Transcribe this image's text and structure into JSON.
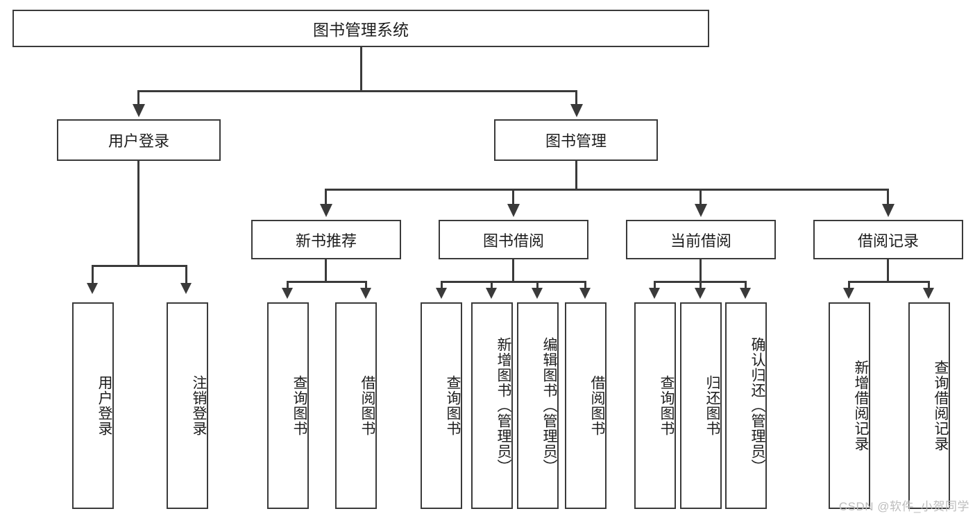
{
  "diagram": {
    "type": "tree",
    "title": "图书管理系统",
    "root": {
      "label": "图书管理系统"
    },
    "level2": [
      {
        "label": "用户登录"
      },
      {
        "label": "图书管理"
      }
    ],
    "level3": [
      {
        "label": "新书推荐"
      },
      {
        "label": "图书借阅"
      },
      {
        "label": "当前借阅"
      },
      {
        "label": "借阅记录"
      }
    ],
    "leaves": {
      "user_login": [
        {
          "label": "用户登录"
        },
        {
          "label": "注销登录"
        }
      ],
      "new_book_recommend": [
        {
          "label": "查询图书"
        },
        {
          "label": "借阅图书"
        }
      ],
      "book_borrow": [
        {
          "label": "查询图书"
        },
        {
          "label": "新增图书（管理员）"
        },
        {
          "label": "编辑图书（管理员）"
        },
        {
          "label": "借阅图书"
        }
      ],
      "current_borrow": [
        {
          "label": "查询图书"
        },
        {
          "label": "归还图书"
        },
        {
          "label": "确认归还（管理员）"
        }
      ],
      "borrow_record": [
        {
          "label": "新增借阅记录"
        },
        {
          "label": "查询借阅记录"
        }
      ]
    }
  },
  "watermark": {
    "text": "CSDN @软件_小贺同学"
  },
  "colors": {
    "stroke": "#3a3a3a",
    "text": "#1d1d1d",
    "background": "#ffffff",
    "watermark": "#bdbdbd"
  }
}
